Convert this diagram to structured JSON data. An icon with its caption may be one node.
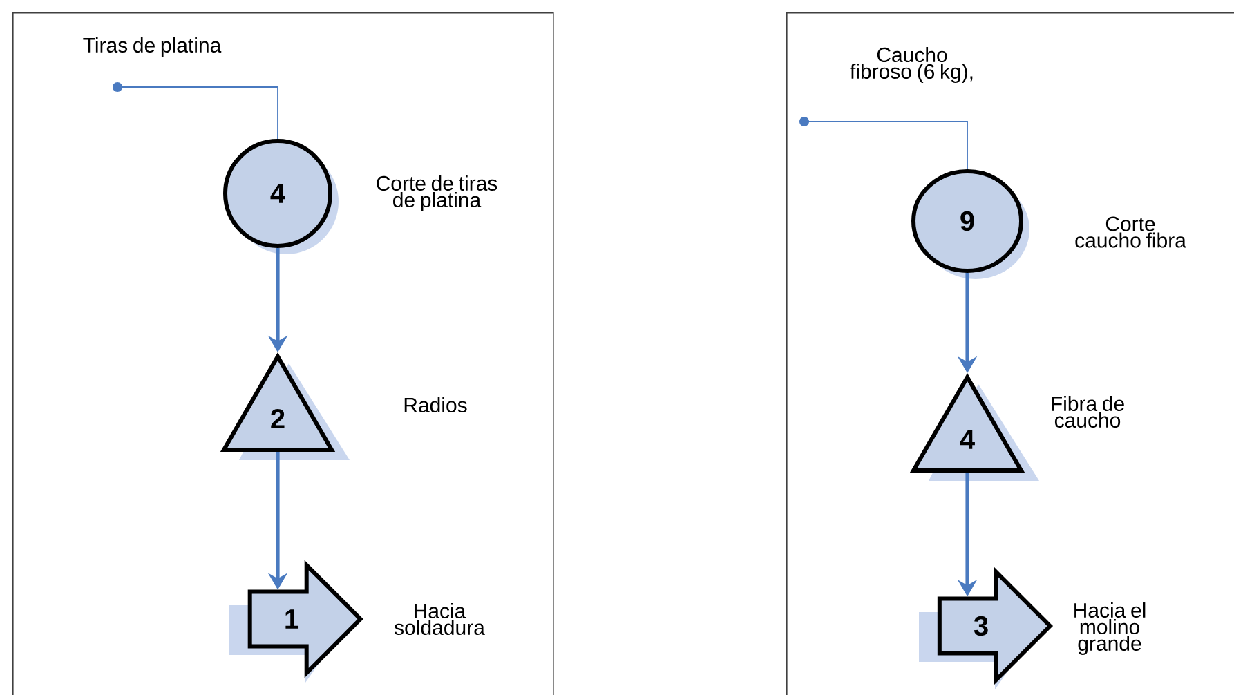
{
  "diagram": {
    "nodes": [
      {
        "text": [],
        "shape": "box"
      },
      {
        "text": [
          "4"
        ],
        "beside": [
          "Corte de tiras de platina"
        ],
        "in": 0
      },
      {
        "text": [
          "2"
        ],
        "beside": [
          "Radios"
        ],
        "in": 0
      },
      {
        "text": [
          "1"
        ],
        "beside": [
          "Hacia soldadura"
        ],
        "in": 0
      },
      {
        "text": [],
        "shape": "box"
      },
      {
        "text": [
          "9"
        ],
        "beside": [
          "Corte caucho fibra"
        ],
        "in": 4
      },
      {
        "text": [
          "4"
        ],
        "beside": [
          "Fibra de caucho"
        ],
        "in": 4
      },
      {
        "text": [
          "3"
        ],
        "beside": [
          "Hacia el molino grande"
        ],
        "in": 4
      }
    ],
    "edges": [
      {
        "from": 1,
        "to": null,
        "arrow": "other"
      },
      {
        "from": 1,
        "to": 2,
        "arrow": "to"
      },
      {
        "from": 2,
        "to": 3,
        "arrow": "to"
      },
      {
        "from": 5,
        "to": null,
        "arrow": "other"
      },
      {
        "from": 5,
        "to": 6,
        "arrow": "to"
      },
      {
        "from": 6,
        "to": 7,
        "arrow": "to"
      }
    ],
    "labels": [
      "Tiras de platina",
      "Caucho fibroso (6 kg),"
    ]
  }
}
